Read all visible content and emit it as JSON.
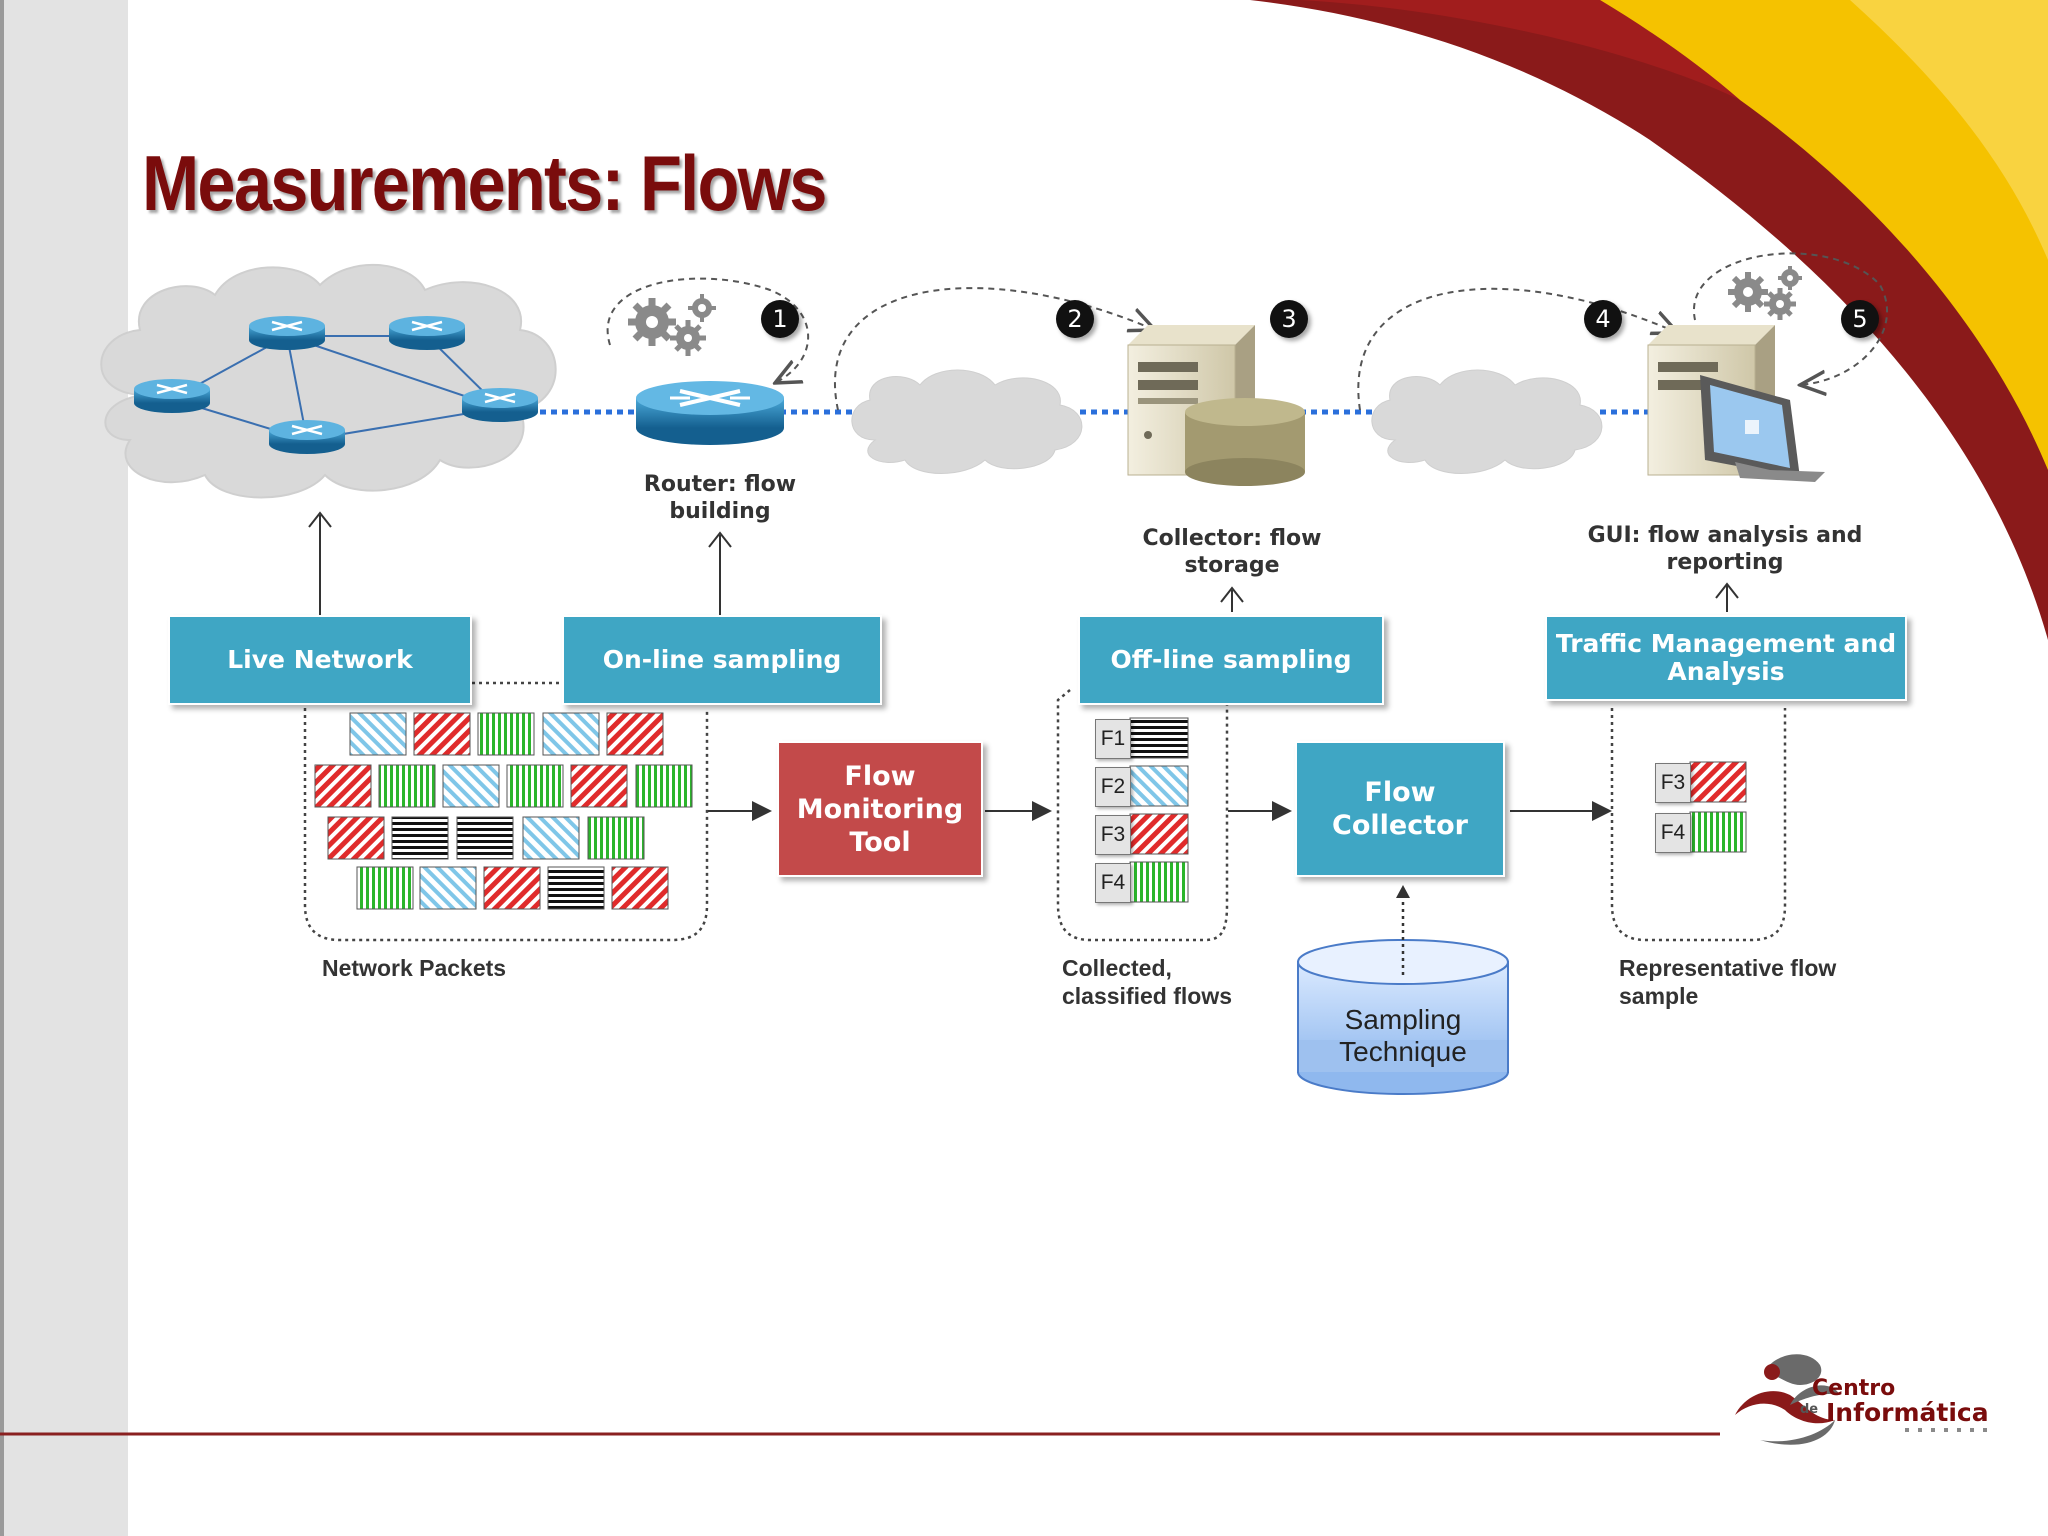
{
  "title": "Measurements: Flows",
  "numbers": [
    "1",
    "2",
    "3",
    "4",
    "5"
  ],
  "captions": {
    "router": "Router: flow building",
    "collector": "Collector: flow storage",
    "gui": "GUI: flow analysis and reporting"
  },
  "boxes": {
    "live_network": "Live Network",
    "online_sampling": "On-line sampling",
    "offline_sampling": "Off-line sampling",
    "traffic_management": "Traffic Management and Analysis",
    "flow_monitoring_tool": "Flow Monitoring Tool",
    "flow_collector": "Flow Collector",
    "sampling_technique": "Sampling Technique"
  },
  "labels": {
    "network_packets": "Network Packets",
    "collected_flows": "Collected, classified flows",
    "representative_sample": "Representative flow sample"
  },
  "flows": {
    "collected": [
      "F1",
      "F2",
      "F3",
      "F4"
    ],
    "sample": [
      "F3",
      "F4"
    ]
  },
  "logo": {
    "line1": "Centro",
    "line2_prefix": "de",
    "line2": "Informática"
  },
  "colors": {
    "title": "#7a0c0c",
    "box_teal": "#3fa6c4",
    "box_red": "#c34a4a",
    "packet_blue": "#7fc6e8",
    "packet_red": "#e02b2b",
    "packet_green": "#2bb52b",
    "packet_black": "#111111",
    "connector": "#2a6fdb"
  }
}
